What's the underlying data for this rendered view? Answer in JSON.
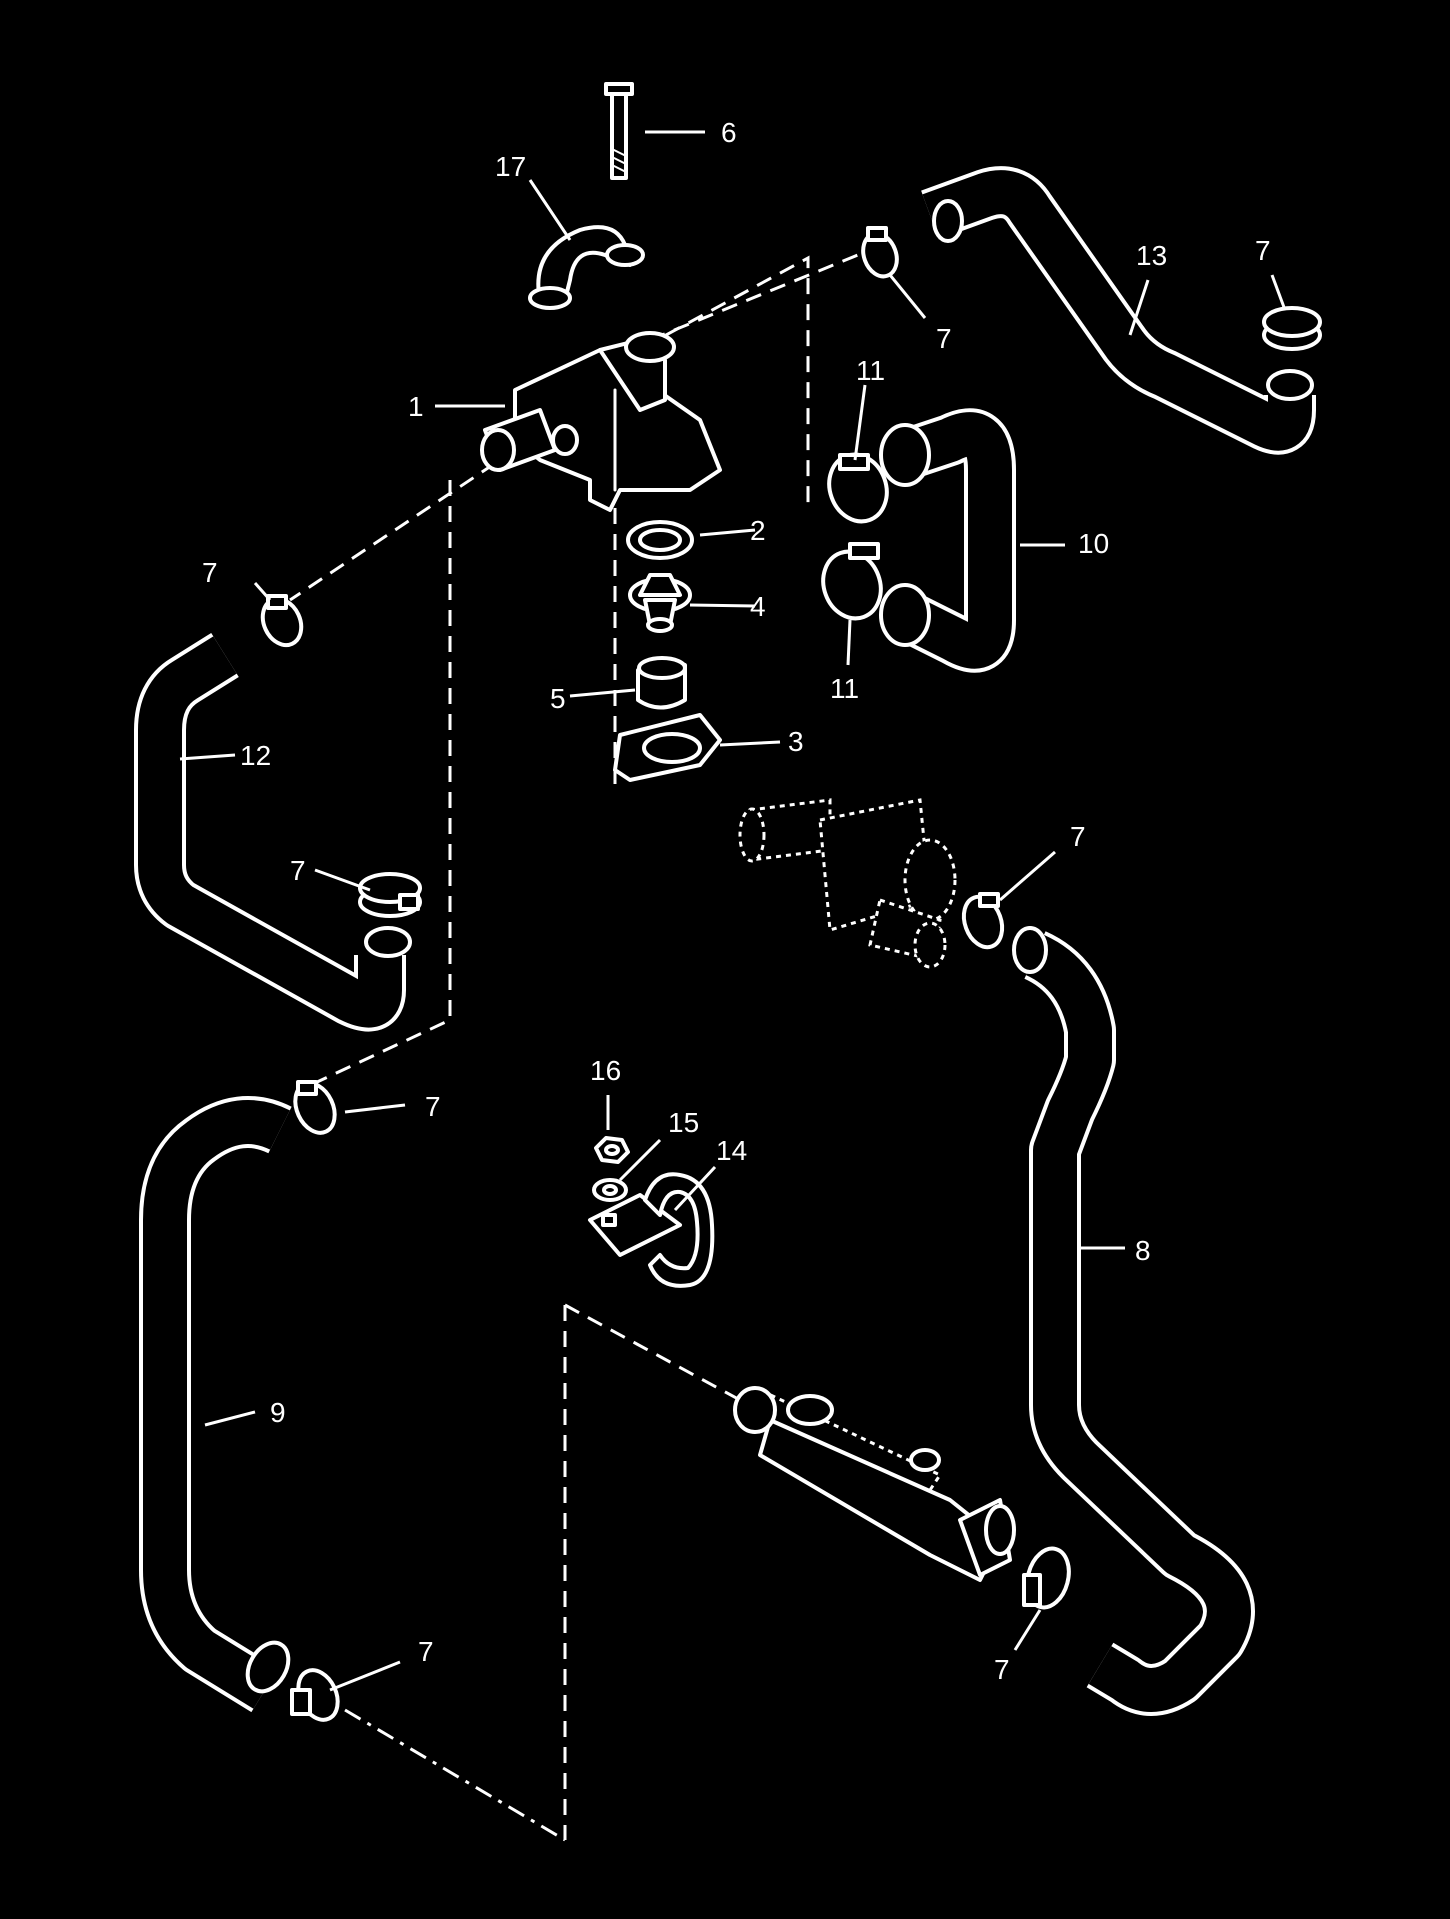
{
  "callouts": {
    "c1": "1",
    "c2": "2",
    "c3": "3",
    "c4": "4",
    "c5": "5",
    "c6": "6",
    "c7": "7",
    "c8": "8",
    "c9": "9",
    "c10": "10",
    "c11": "11",
    "c12": "12",
    "c13": "13",
    "c14": "14",
    "c15": "15",
    "c16": "16",
    "c17": "17"
  },
  "colors": {
    "background": "#000000",
    "lines": "#ffffff"
  }
}
